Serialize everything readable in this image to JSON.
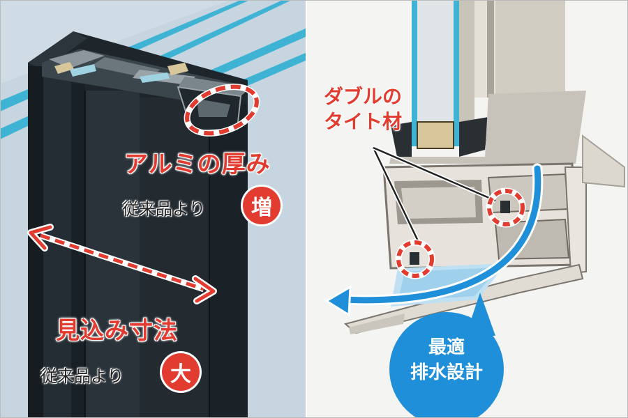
{
  "left_panel": {
    "heading_thickness": "アルミの厚み",
    "compare_text_1": "従来品より",
    "badge_1": "増",
    "heading_depth": "見込み寸法",
    "compare_text_2": "従来品より",
    "badge_2": "大"
  },
  "right_panel": {
    "callout_line_1": "ダブルの",
    "callout_line_2": "タイト材",
    "bubble_line_1": "最適",
    "bubble_line_2": "排水設計"
  },
  "colors": {
    "accent_red": "#e23b30",
    "accent_blue": "#1e8fd8",
    "frame_dark": "#1f262b",
    "glass_blue": "#3fb3d4"
  }
}
